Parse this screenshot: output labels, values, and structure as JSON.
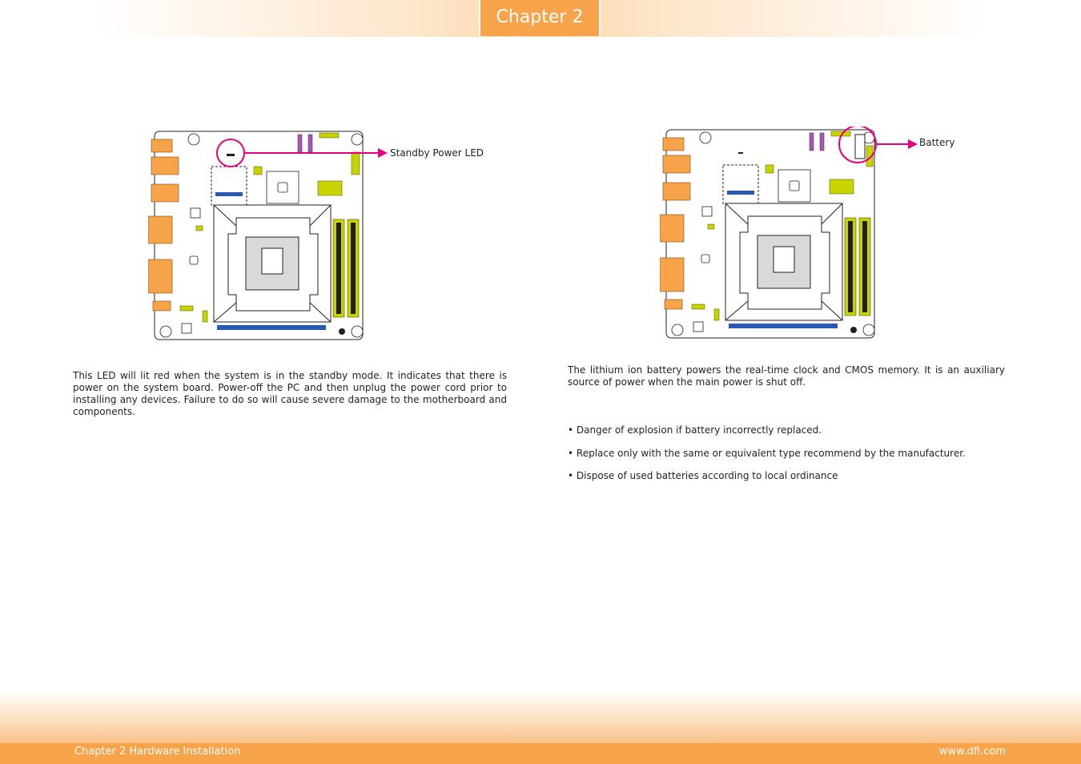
{
  "header": {
    "chapter_tab": "Chapter 2"
  },
  "left_section": {
    "callout_label": "Standby Power LED",
    "description": "This LED will lit red when the system is in the standby mode. It indicates that there is power on the system board. Power-off the PC and then unplug the power cord prior to installing any devices. Failure to do so will cause severe damage to the motherboard and components."
  },
  "right_section": {
    "callout_label": "Battery",
    "description": "The lithium ion battery powers the real-time clock and CMOS memory. It is an auxiliary source of power when the main power is shut off.",
    "bullets": [
      "• Danger of explosion if battery incorrectly replaced.",
      "• Replace only with the same or equivalent type recommend by the manufacturer.",
      "• Dispose of used batteries according to local ordinance"
    ]
  },
  "footer": {
    "left_text": "Chapter 2 Hardware Installation",
    "right_text": "www.dfi.com"
  },
  "colors": {
    "accent_orange": "#f7a349",
    "callout_magenta": "#e4007f",
    "slot_green": "#c8d400",
    "board_outline": "#231f20"
  }
}
